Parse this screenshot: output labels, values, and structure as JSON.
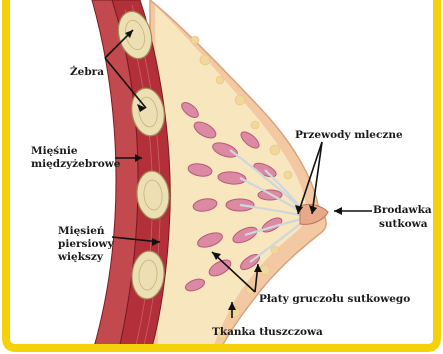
{
  "labels": {
    "ribs": "Żebra",
    "intercostal_line1": "Mięśnie",
    "intercostal_line2": "międzyżebrowe",
    "pectoralis_line1": "Mięsień",
    "pectoralis_line2": "piersiowy",
    "pectoralis_line3": "większy",
    "milk_ducts": "Przewody mleczne",
    "nipple_line1": "Brodawka",
    "nipple_line2": "sutkowa",
    "lobes": "Płaty gruczołu sutkowego",
    "fat": "Tkanka tłuszczowa"
  },
  "colors": {
    "border": "#f5d10a",
    "muscle": "#b3303a",
    "muscle_light": "#d56b6e",
    "fat": "#f6e3b8",
    "gland": "#d98aa3",
    "rib": "#e9dcb0",
    "skin": "#f3c9a3"
  }
}
